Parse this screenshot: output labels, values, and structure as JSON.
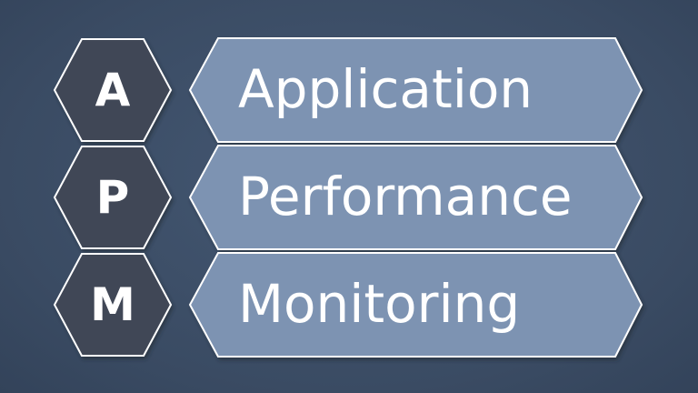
{
  "rows": [
    {
      "letter": "A",
      "word": "Application"
    },
    {
      "letter": "P",
      "word": "Performance"
    },
    {
      "letter": "M",
      "word": "Monitoring"
    }
  ],
  "colors": {
    "background": "#3d4f68",
    "hexagon_fill": "#3f4656",
    "banner_fill": "#7d93b2",
    "outline": "#ffffff",
    "text": "#ffffff"
  }
}
